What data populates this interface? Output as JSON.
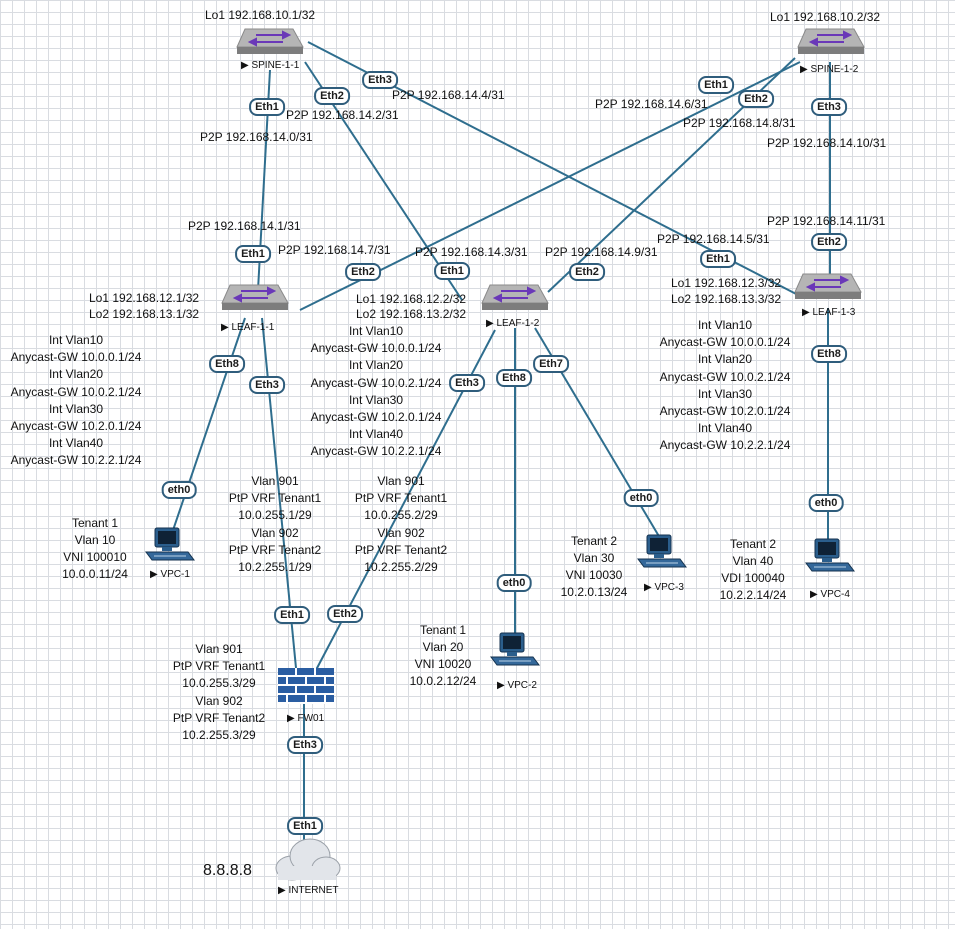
{
  "colors": {
    "link": "#2f6e8e",
    "switch_top": "#a9a9a9",
    "arrow": "#6a38b8",
    "firewall": "#2b5ea2"
  },
  "nodes": {
    "spine1": {
      "name": "SPINE-1-1",
      "lo": "Lo1 192.168.10.1/32"
    },
    "spine2": {
      "name": "SPINE-1-2",
      "lo": "Lo1 192.168.10.2/32"
    },
    "leaf1": {
      "name": "LEAF-1-1",
      "lo1": "Lo1 192.168.12.1/32",
      "lo2": "Lo2 192.168.13.1/32"
    },
    "leaf2": {
      "name": "LEAF-1-2",
      "lo1": "Lo1 192.168.12.2/32",
      "lo2": "Lo2 192.168.13.2/32"
    },
    "leaf3": {
      "name": "LEAF-1-3",
      "lo1": "Lo1 192.168.12.3/32",
      "lo2": "Lo2 192.168.13.3/32"
    },
    "fw": {
      "name": "FW01"
    },
    "internet": {
      "name": "INTERNET",
      "ip": "8.8.8.8"
    },
    "vpc1": {
      "name": "VPC-1",
      "lines": [
        "Tenant 1",
        "Vlan 10",
        "VNI 100010",
        "10.0.0.11/24"
      ]
    },
    "vpc2": {
      "name": "VPC-2",
      "lines": [
        "Tenant 1",
        "Vlan 20",
        "VNI 10020",
        "10.0.2.12/24"
      ]
    },
    "vpc3": {
      "name": "VPC-3",
      "lines": [
        "Tenant 2",
        "Vlan 30",
        "VNI 10030",
        "10.2.0.13/24"
      ]
    },
    "vpc4": {
      "name": "VPC-4",
      "lines": [
        "Tenant 2",
        "Vlan 40",
        "VDI 100040",
        "10.2.2.14/24"
      ]
    }
  },
  "ports": {
    "s1_eth1": "Eth1",
    "s1_eth2": "Eth2",
    "s1_eth3": "Eth3",
    "s2_eth1": "Eth1",
    "s2_eth2": "Eth2",
    "s2_eth3": "Eth3",
    "l1_eth1": "Eth1",
    "l1_eth2": "Eth2",
    "l1_eth3": "Eth3",
    "l1_eth8": "Eth8",
    "l2_eth1": "Eth1",
    "l2_eth2": "Eth2",
    "l2_eth3": "Eth3",
    "l2_eth8": "Eth8",
    "l2_eth7": "Eth7",
    "l3_eth1": "Eth1",
    "l3_eth2": "Eth2",
    "l3_eth8": "Eth8",
    "vpc1_eth0": "eth0",
    "vpc2_eth0": "eth0",
    "vpc3_eth0": "eth0",
    "vpc4_eth0": "eth0",
    "fw_eth1": "Eth1",
    "fw_eth2": "Eth2",
    "fw_eth3": "Eth3",
    "inet_eth1": "Eth1"
  },
  "p2p": {
    "a0": "P2P 192.168.14.0/31",
    "a1": "P2P 192.168.14.1/31",
    "a2": "P2P 192.168.14.2/31",
    "a3": "P2P 192.168.14.3/31",
    "a4": "P2P 192.168.14.4/31",
    "a5": "P2P 192.168.14.5/31",
    "a6": "P2P 192.168.14.6/31",
    "a7": "P2P 192.168.14.7/31",
    "a8": "P2P 192.168.14.8/31",
    "a9": "P2P 192.168.14.9/31",
    "a10": "P2P 192.168.14.10/31",
    "a11": "P2P 192.168.14.11/31"
  },
  "anycast_block": [
    "Int Vlan10",
    "Anycast-GW 10.0.0.1/24",
    "Int Vlan20",
    "Anycast-GW 10.0.2.1/24",
    "Int Vlan30",
    "Anycast-GW 10.2.0.1/24",
    "Int Vlan40",
    "Anycast-GW 10.2.2.1/24"
  ],
  "vrf": {
    "leaf1": [
      "Vlan 901",
      "PtP VRF Tenant1",
      "10.0.255.1/29",
      "Vlan 902",
      "PtP VRF Tenant2",
      "10.2.255.1/29"
    ],
    "leaf2": [
      "Vlan 901",
      "PtP VRF Tenant1",
      "10.0.255.2/29",
      "Vlan 902",
      "PtP VRF Tenant2",
      "10.2.255.2/29"
    ],
    "fw": [
      "Vlan 901",
      "PtP VRF Tenant1",
      "10.0.255.3/29",
      "Vlan 902",
      "PtP VRF Tenant2",
      "10.2.255.3/29"
    ]
  }
}
